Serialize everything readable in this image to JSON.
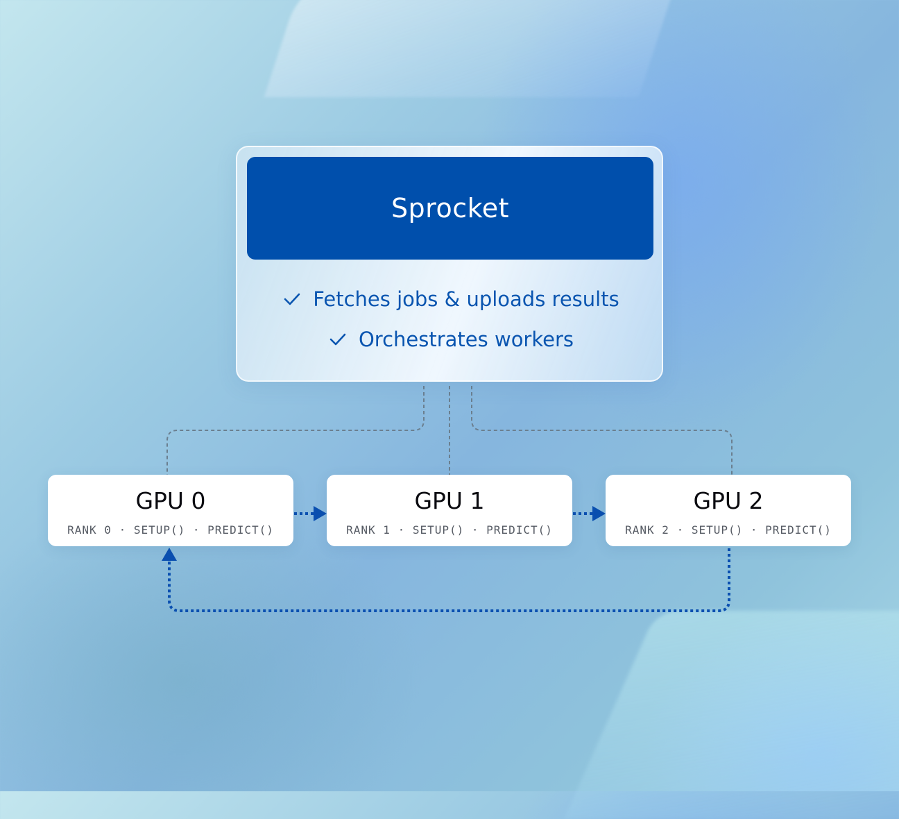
{
  "sprocket": {
    "title": "Sprocket",
    "features": [
      "Fetches jobs & uploads results",
      "Orchestrates workers"
    ]
  },
  "gpus": [
    {
      "title": "GPU 0",
      "subtitle": "RANK 0 · SETUP() · PREDICT()"
    },
    {
      "title": "GPU 1",
      "subtitle": "RANK 1 · SETUP() · PREDICT()"
    },
    {
      "title": "GPU 2",
      "subtitle": "RANK 2 · SETUP() · PREDICT()"
    }
  ],
  "colors": {
    "accent": "#004fac",
    "arrow": "#0a4fb0",
    "connector_gray": "#6b7f8f",
    "card_bg": "#ffffff"
  },
  "icons": {
    "feature_bullet": "checkmark-icon"
  }
}
